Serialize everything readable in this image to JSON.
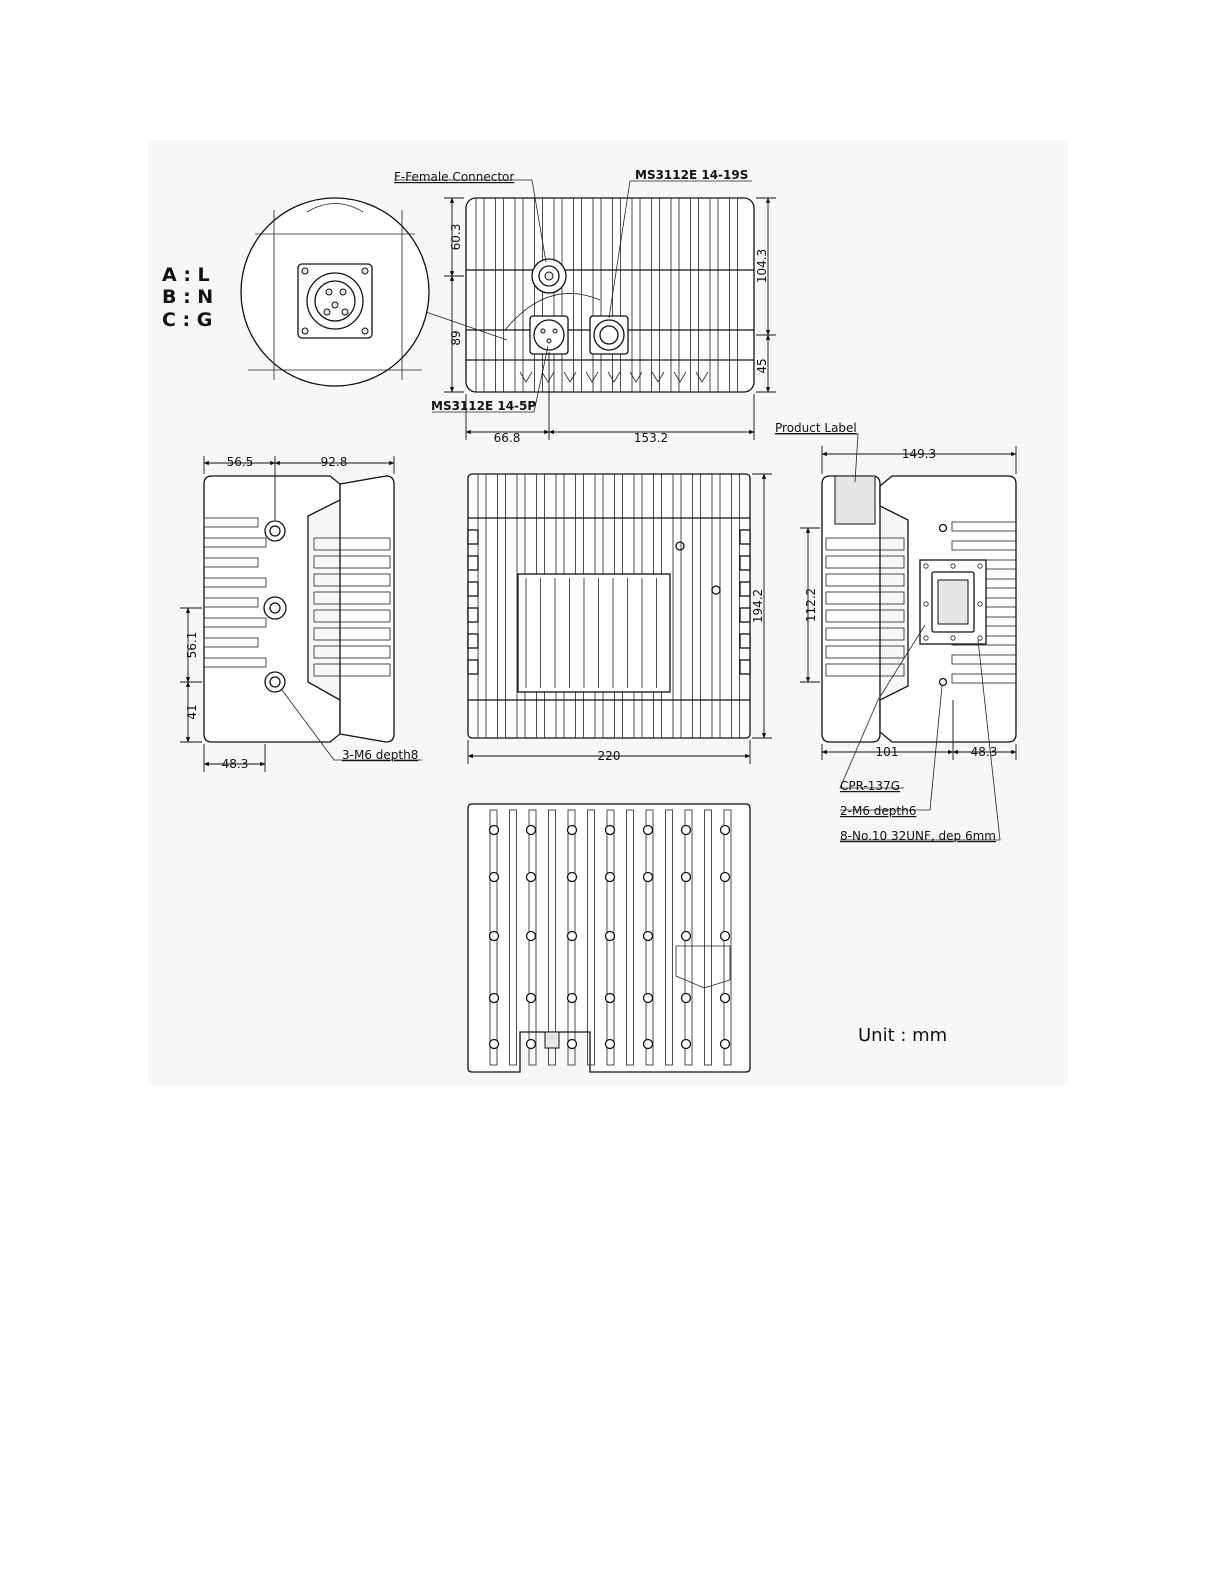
{
  "diagram": {
    "pin_labels": [
      "A : L",
      "B : N",
      "C : G"
    ],
    "callouts": {
      "f_connector": "F-Female Connector",
      "ms_19s": "MS3112E 14-19S",
      "ms_5p": "MS3112E 14-5P",
      "product_label": "Product Label",
      "cpr": "CPR-137G",
      "m6_depth6": "2-M6 depth6",
      "unf": "8-No.10 32UNF, dep 6mm",
      "m6_depth8": "3-M6 depth8"
    },
    "dimensions": {
      "top_603": "60.3",
      "top_89": "89",
      "top_1043": "104.3",
      "top_45": "45",
      "top_668": "66.8",
      "top_1532": "153.2",
      "left_565": "56.5",
      "left_928": "92.8",
      "left_561": "56.1",
      "left_41": "41",
      "left_483": "48.3",
      "front_1942": "194.2",
      "front_220": "220",
      "right_1493": "149.3",
      "right_1122": "112.2",
      "right_101": "101",
      "right_483": "48.3"
    },
    "unit": "Unit : mm"
  }
}
